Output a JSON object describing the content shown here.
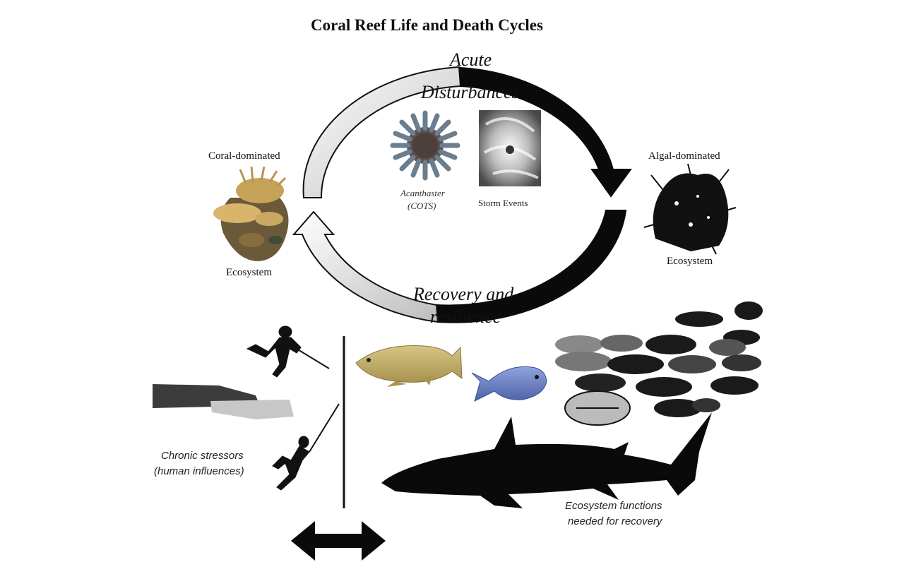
{
  "title": "Coral Reef Life and Death Cycles",
  "cycle": {
    "top_line1": "Acute",
    "top_line2": "Disturbances",
    "bottom_line1": "Recovery and",
    "bottom_line2": "resilience"
  },
  "left_state": {
    "top": "Coral-dominated",
    "bottom": "Ecosystem"
  },
  "right_state": {
    "top": "Algal-dominated",
    "bottom": "Ecosystem"
  },
  "disturbances": {
    "cots_line1": "Acanthaster",
    "cots_line2": "(COTS)",
    "storm": "Storm Events"
  },
  "stressors": {
    "line1": "Chronic stressors",
    "line2": "(human influences)"
  },
  "functions": {
    "line1": "Ecosystem functions",
    "line2": "needed for recovery"
  },
  "colors": {
    "dark_arrow": "#0a0a0a",
    "light_arrow": "#ffffff",
    "grouper": "#c9b46a",
    "blue_fish": "#6f86c8",
    "silhouette": "#111111"
  }
}
